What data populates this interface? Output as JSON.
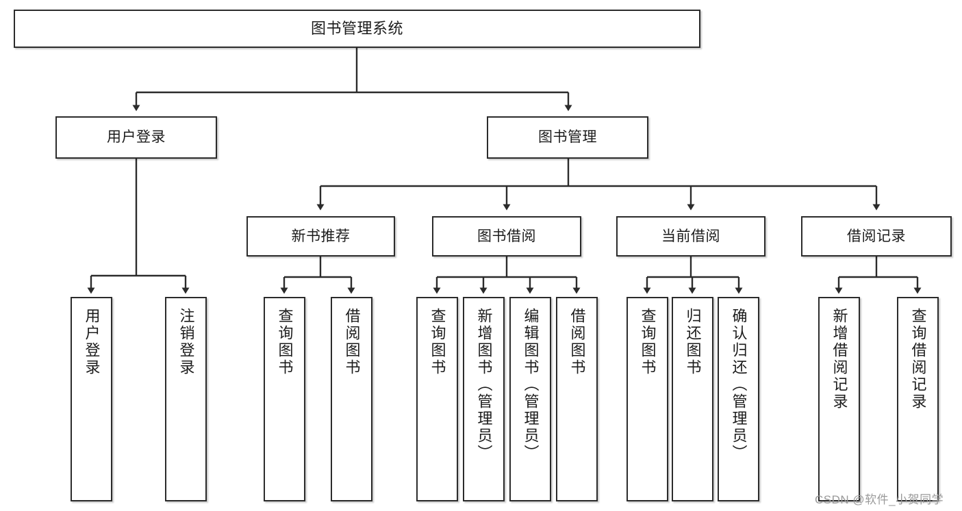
{
  "diagram": {
    "type": "tree-hierarchy",
    "title": "图书管理系统",
    "orientation": "top-down",
    "colors": {
      "node_border": "#2b2b2b",
      "node_fill": "#ffffff",
      "edge": "#2b2b2b",
      "text": "#1c1c1c",
      "watermark": "#9a9a9a"
    },
    "levels": [
      {
        "level": 1,
        "nodes": [
          {
            "id": "root",
            "label": "图书管理系统",
            "orientation": "horizontal"
          }
        ]
      },
      {
        "level": 2,
        "nodes": [
          {
            "id": "login",
            "label": "用户登录",
            "orientation": "horizontal",
            "parent": "root"
          },
          {
            "id": "bookmgmt",
            "label": "图书管理",
            "orientation": "horizontal",
            "parent": "root"
          }
        ]
      },
      {
        "level": 3,
        "nodes": [
          {
            "id": "newbook",
            "label": "新书推荐",
            "orientation": "horizontal",
            "parent": "bookmgmt"
          },
          {
            "id": "borrow",
            "label": "图书借阅",
            "orientation": "horizontal",
            "parent": "bookmgmt"
          },
          {
            "id": "current",
            "label": "当前借阅",
            "orientation": "horizontal",
            "parent": "bookmgmt"
          },
          {
            "id": "records",
            "label": "借阅记录",
            "orientation": "horizontal",
            "parent": "bookmgmt"
          }
        ]
      },
      {
        "level": 4,
        "nodes": [
          {
            "id": "leaf1",
            "label": "用户登录",
            "orientation": "vertical",
            "parent": "login"
          },
          {
            "id": "leaf2",
            "label": "注销登录",
            "orientation": "vertical",
            "parent": "login"
          },
          {
            "id": "leaf3",
            "label": "查询图书",
            "orientation": "vertical",
            "parent": "newbook"
          },
          {
            "id": "leaf4",
            "label": "借阅图书",
            "orientation": "vertical",
            "parent": "newbook"
          },
          {
            "id": "leaf5",
            "label": "查询图书",
            "orientation": "vertical",
            "parent": "borrow"
          },
          {
            "id": "leaf6",
            "label": "新增图书（管理员）",
            "orientation": "vertical",
            "parent": "borrow"
          },
          {
            "id": "leaf7",
            "label": "编辑图书（管理员）",
            "orientation": "vertical",
            "parent": "borrow"
          },
          {
            "id": "leaf8",
            "label": "借阅图书",
            "orientation": "vertical",
            "parent": "borrow"
          },
          {
            "id": "leaf9",
            "label": "查询图书",
            "orientation": "vertical",
            "parent": "current"
          },
          {
            "id": "leaf10",
            "label": "归还图书",
            "orientation": "vertical",
            "parent": "current"
          },
          {
            "id": "leaf11",
            "label": "确认归还（管理员）",
            "orientation": "vertical",
            "parent": "current"
          },
          {
            "id": "leaf12",
            "label": "新增借阅记录",
            "orientation": "vertical",
            "parent": "records"
          },
          {
            "id": "leaf13",
            "label": "查询借阅记录",
            "orientation": "vertical",
            "parent": "records"
          }
        ]
      }
    ]
  },
  "watermark": {
    "text": "CSDN @软件_小贺同学"
  }
}
